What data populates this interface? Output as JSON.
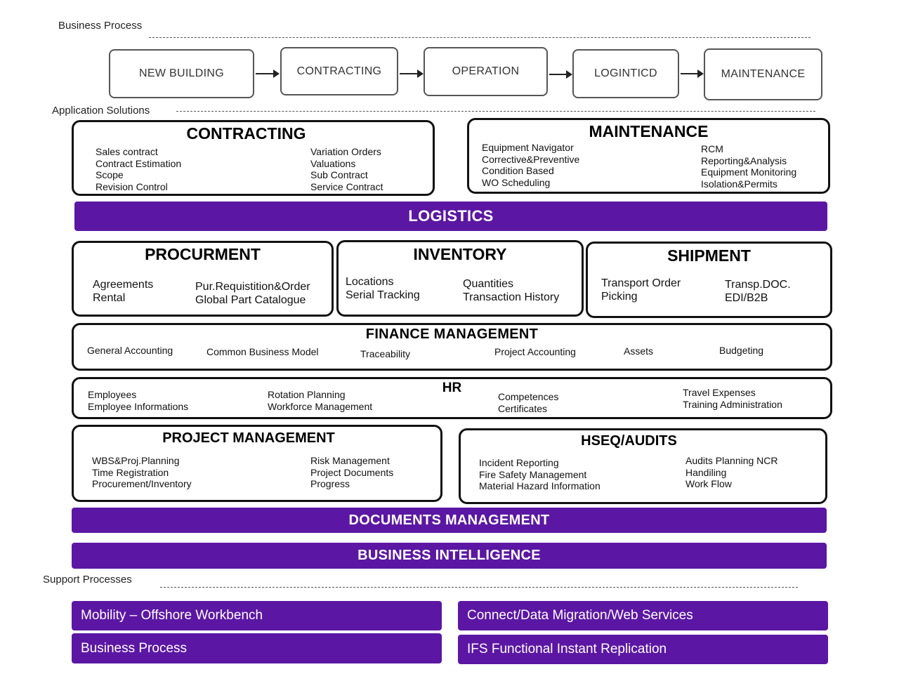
{
  "business_process": {
    "label": "Business Process",
    "steps": [
      "NEW BUILDING",
      "CONTRACTING",
      "OPERATION",
      "LOGINTICD",
      "MAINTENANCE"
    ]
  },
  "application_solutions": {
    "label": "Application Solutions",
    "contracting": {
      "title": "CONTRACTING",
      "col1": [
        "Sales contract",
        "Contract Estimation",
        "Scope",
        "Revision Control"
      ],
      "col2": [
        "Variation Orders",
        "Valuations",
        "Sub Contract",
        "Service Contract"
      ]
    },
    "maintenance": {
      "title": "MAINTENANCE",
      "col1": [
        "Equipment Navigator",
        "Corrective&Preventive",
        "Condition Based",
        "WO Scheduling"
      ],
      "col2": [
        "RCM",
        "Reporting&Analysis",
        "Equipment Monitoring",
        "Isolation&Permits"
      ]
    },
    "logistics": {
      "title": "LOGISTICS"
    },
    "procurment": {
      "title": "PROCURMENT",
      "col1": [
        "Agreements",
        "Rental"
      ],
      "col2": [
        "Pur.Requistition&Order",
        "Global Part Catalogue"
      ]
    },
    "inventory": {
      "title": "INVENTORY",
      "col1": [
        "Locations",
        "Serial Tracking"
      ],
      "col2": [
        "Quantities",
        "Transaction History"
      ]
    },
    "shipment": {
      "title": "SHIPMENT",
      "col1": [
        "Transport Order",
        "Picking"
      ],
      "col2": [
        "Transp.DOC.",
        "EDI/B2B"
      ]
    },
    "finance": {
      "title": "FINANCE MANAGEMENT",
      "items": [
        "General Accounting",
        "Common Business Model",
        "Traceability",
        "Project Accounting",
        "Assets",
        "Budgeting"
      ]
    },
    "hr": {
      "title": "HR",
      "col1": [
        "Employees",
        "Employee Informations"
      ],
      "col2": [
        "Rotation Planning",
        "Workforce Management"
      ],
      "col3": [
        "Competences",
        "Certificates"
      ],
      "col4": [
        "Travel Expenses",
        "Training Administration"
      ]
    },
    "project_management": {
      "title": "PROJECT MANAGEMENT",
      "col1": [
        "WBS&Proj.Planning",
        "Time Registration",
        "Procurement/Inventory"
      ],
      "col2": [
        "Risk Management",
        "Project Documents",
        "Progress"
      ]
    },
    "hseq": {
      "title": "HSEQ/AUDITS",
      "col1": [
        "Incident Reporting",
        "Fire Safety Management",
        "Material Hazard Information"
      ],
      "col2": [
        "Audits Planning NCR",
        "Handiling",
        "Work Flow"
      ]
    },
    "documents": {
      "title": "DOCUMENTS MANAGEMENT"
    },
    "bi": {
      "title": "BUSINESS INTELLIGENCE"
    }
  },
  "support_processes": {
    "label": "Support Processes",
    "items": [
      "Mobility – Offshore Workbench",
      "Connect/Data Migration/Web Services",
      "Business Process",
      "IFS Functional Instant Replication"
    ]
  },
  "colors": {
    "band": "#5b17a3",
    "border": "#111111"
  }
}
